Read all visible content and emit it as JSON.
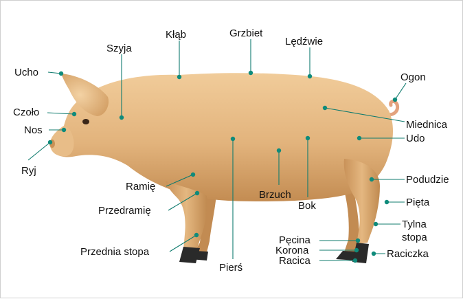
{
  "colors": {
    "body": "#e2b37c",
    "shade": "#c38c52",
    "highlight": "#f1cc9a",
    "hoof": "#2a2a2a",
    "tail": "#e3a27e",
    "leader": "#0f7b6e",
    "dot": "#0f8b7b"
  },
  "labels": {
    "ucho": "Ucho",
    "czolo": "Czoło",
    "nos": "Nos",
    "ryj": "Ryj",
    "szyja": "Szyja",
    "klab": "Kłąb",
    "grzbiet": "Grzbiet",
    "ledzwie": "Lędźwie",
    "ogon": "Ogon",
    "miednica": "Miednica",
    "udo": "Udo",
    "podudzie": "Podudzie",
    "pieta": "Pięta",
    "tylna_stopa_1": "Tylna",
    "tylna_stopa_2": "stopa",
    "raciczka": "Raciczka",
    "ramie": "Ramię",
    "przedramie": "Przedramię",
    "przednia_stopa": "Przednia stopa",
    "piers": "Pierś",
    "brzuch": "Brzuch",
    "bok": "Bok",
    "pecina": "Pęcina",
    "korona": "Korona",
    "racica": "Racica"
  }
}
